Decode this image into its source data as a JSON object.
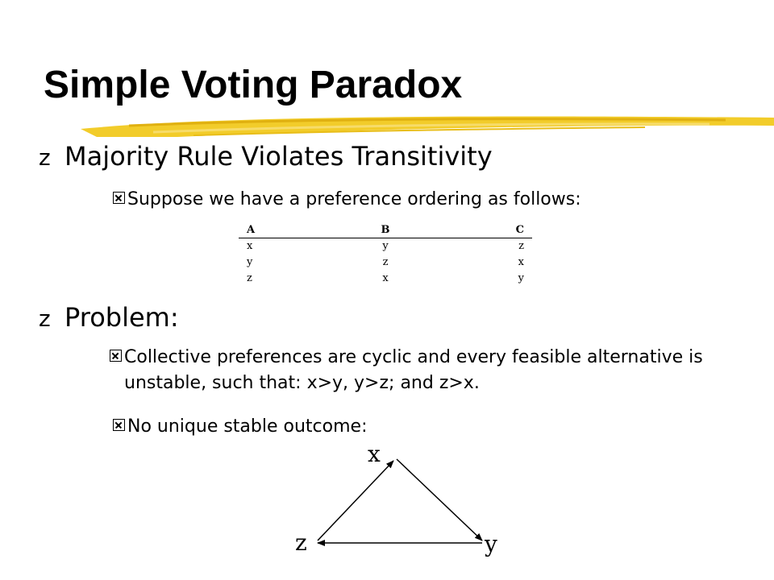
{
  "slide": {
    "title": "Simple Voting Paradox",
    "bullet1": {
      "marker": "z",
      "text": "Majority Rule Violates Transitivity"
    },
    "sub1": {
      "text": "Suppose we have a preference ordering as follows:"
    },
    "table": {
      "headers": [
        "A",
        "B",
        "C"
      ],
      "rows": [
        [
          "x",
          "y",
          "z"
        ],
        [
          "y",
          "z",
          "x"
        ],
        [
          "z",
          "x",
          "y"
        ]
      ]
    },
    "bullet2": {
      "marker": "z",
      "text": "Problem:"
    },
    "sub2": {
      "text": "Collective preferences are cyclic and every feasible alternative is unstable, such that: x>y, y>z; and z>x."
    },
    "sub3": {
      "text": "No unique stable outcome:"
    },
    "diagram": {
      "node_x": "x",
      "node_y": "y",
      "node_z": "z"
    },
    "colors": {
      "brush": "#f2cc2a",
      "brush_dark": "#e0b010"
    }
  }
}
